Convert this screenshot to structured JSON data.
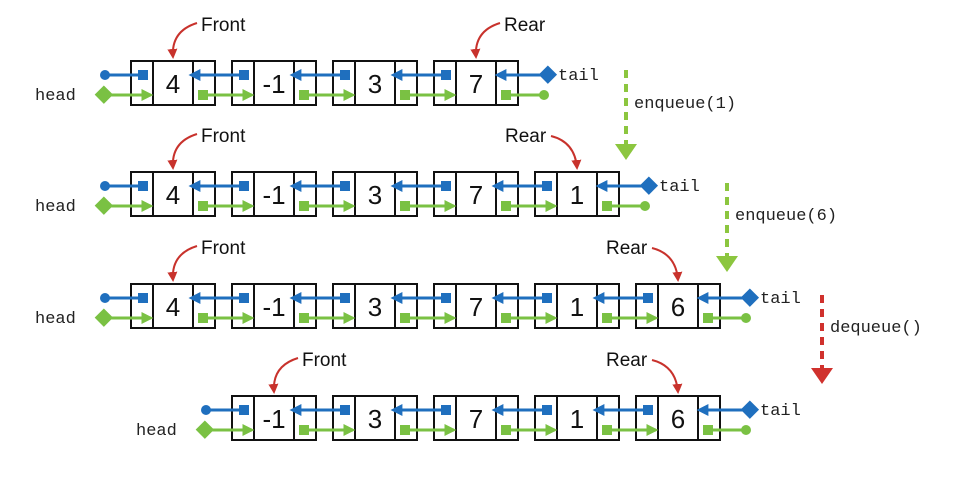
{
  "colors": {
    "blue": "#1f6fbe",
    "green": "#7ac143",
    "pointer_red": "#c8322c",
    "op_green": "#8cc63f",
    "op_red": "#d0312d",
    "box_stroke": "#111111"
  },
  "labels": {
    "head": "head",
    "tail": "tail",
    "front": "Front",
    "rear": "Rear"
  },
  "states": [
    {
      "values": [
        "4",
        "-1",
        "3",
        "7"
      ]
    },
    {
      "values": [
        "4",
        "-1",
        "3",
        "7",
        "1"
      ]
    },
    {
      "values": [
        "4",
        "-1",
        "3",
        "7",
        "1",
        "6"
      ]
    },
    {
      "values": [
        "-1",
        "3",
        "7",
        "1",
        "6"
      ]
    }
  ],
  "operations": [
    {
      "text": "enqueue(1)",
      "kind": "enqueue"
    },
    {
      "text": "enqueue(6)",
      "kind": "enqueue"
    },
    {
      "text": "dequeue()",
      "kind": "dequeue"
    }
  ]
}
